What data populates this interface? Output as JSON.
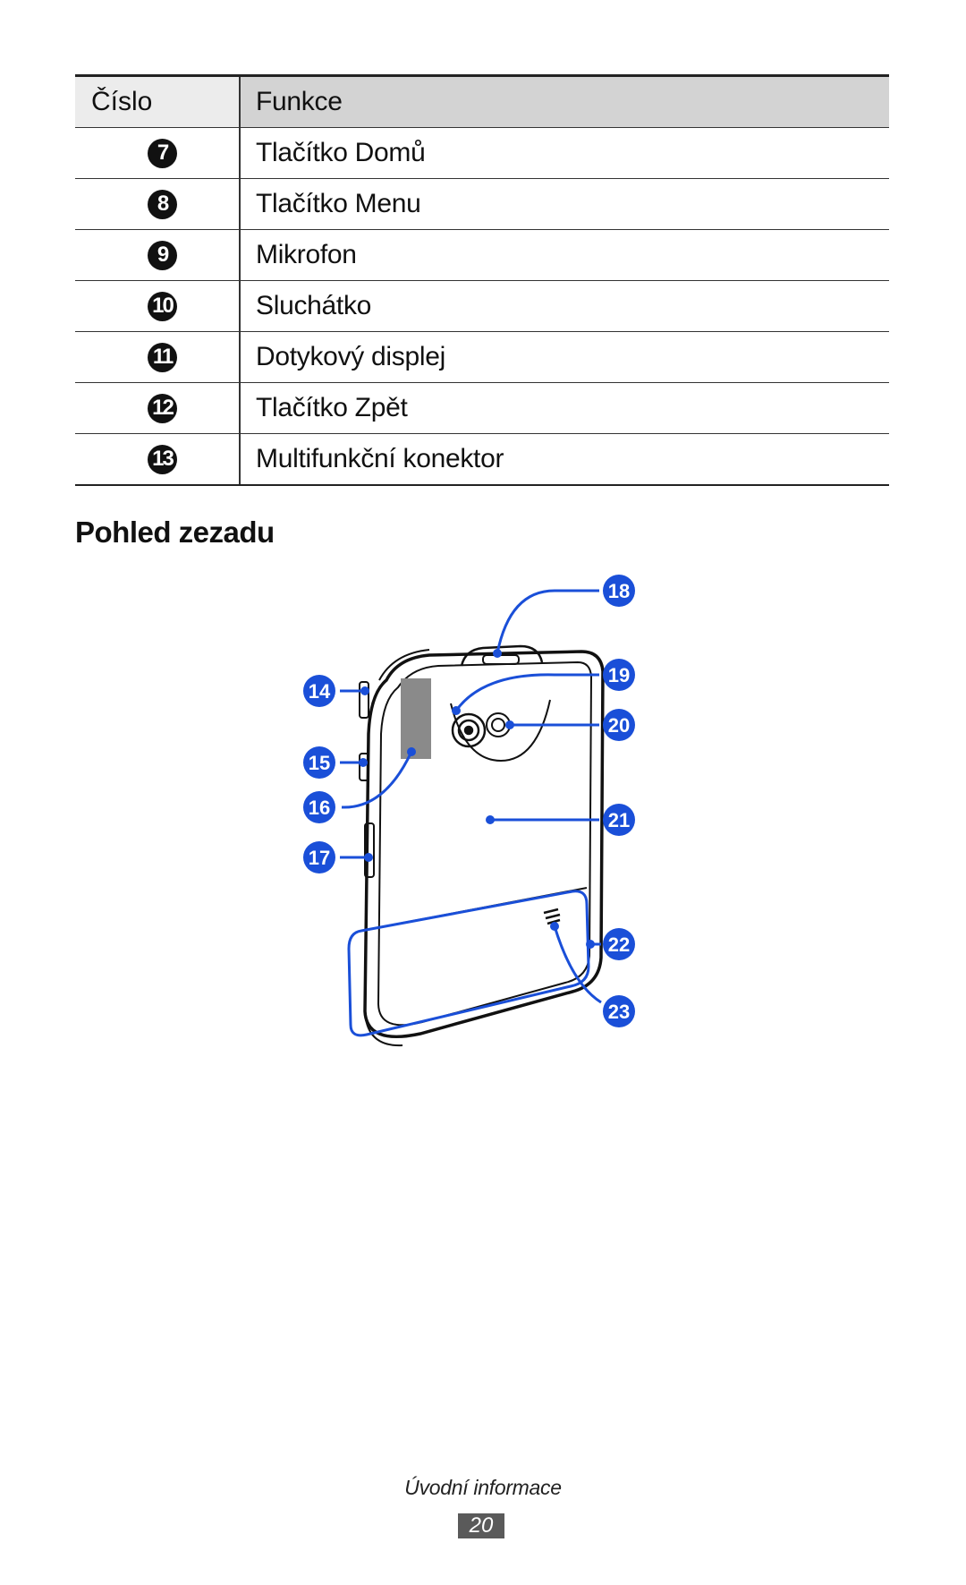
{
  "table": {
    "header": {
      "number": "Číslo",
      "function": "Funkce"
    },
    "rows": [
      {
        "number": "7",
        "function": "Tlačítko Domů"
      },
      {
        "number": "8",
        "function": "Tlačítko Menu"
      },
      {
        "number": "9",
        "function": "Mikrofon"
      },
      {
        "number": "10",
        "function": "Sluchátko"
      },
      {
        "number": "11",
        "function": "Dotykový displej"
      },
      {
        "number": "12",
        "function": "Tlačítko Zpět"
      },
      {
        "number": "13",
        "function": "Multifunkční konektor"
      }
    ]
  },
  "section": {
    "title": "Pohled zezadu"
  },
  "diagram": {
    "callouts": [
      "14",
      "15",
      "16",
      "17",
      "18",
      "19",
      "20",
      "21",
      "22",
      "23"
    ],
    "callout_color": "#1a4fd8"
  },
  "footer": {
    "title": "Úvodní informace",
    "page": "20"
  }
}
